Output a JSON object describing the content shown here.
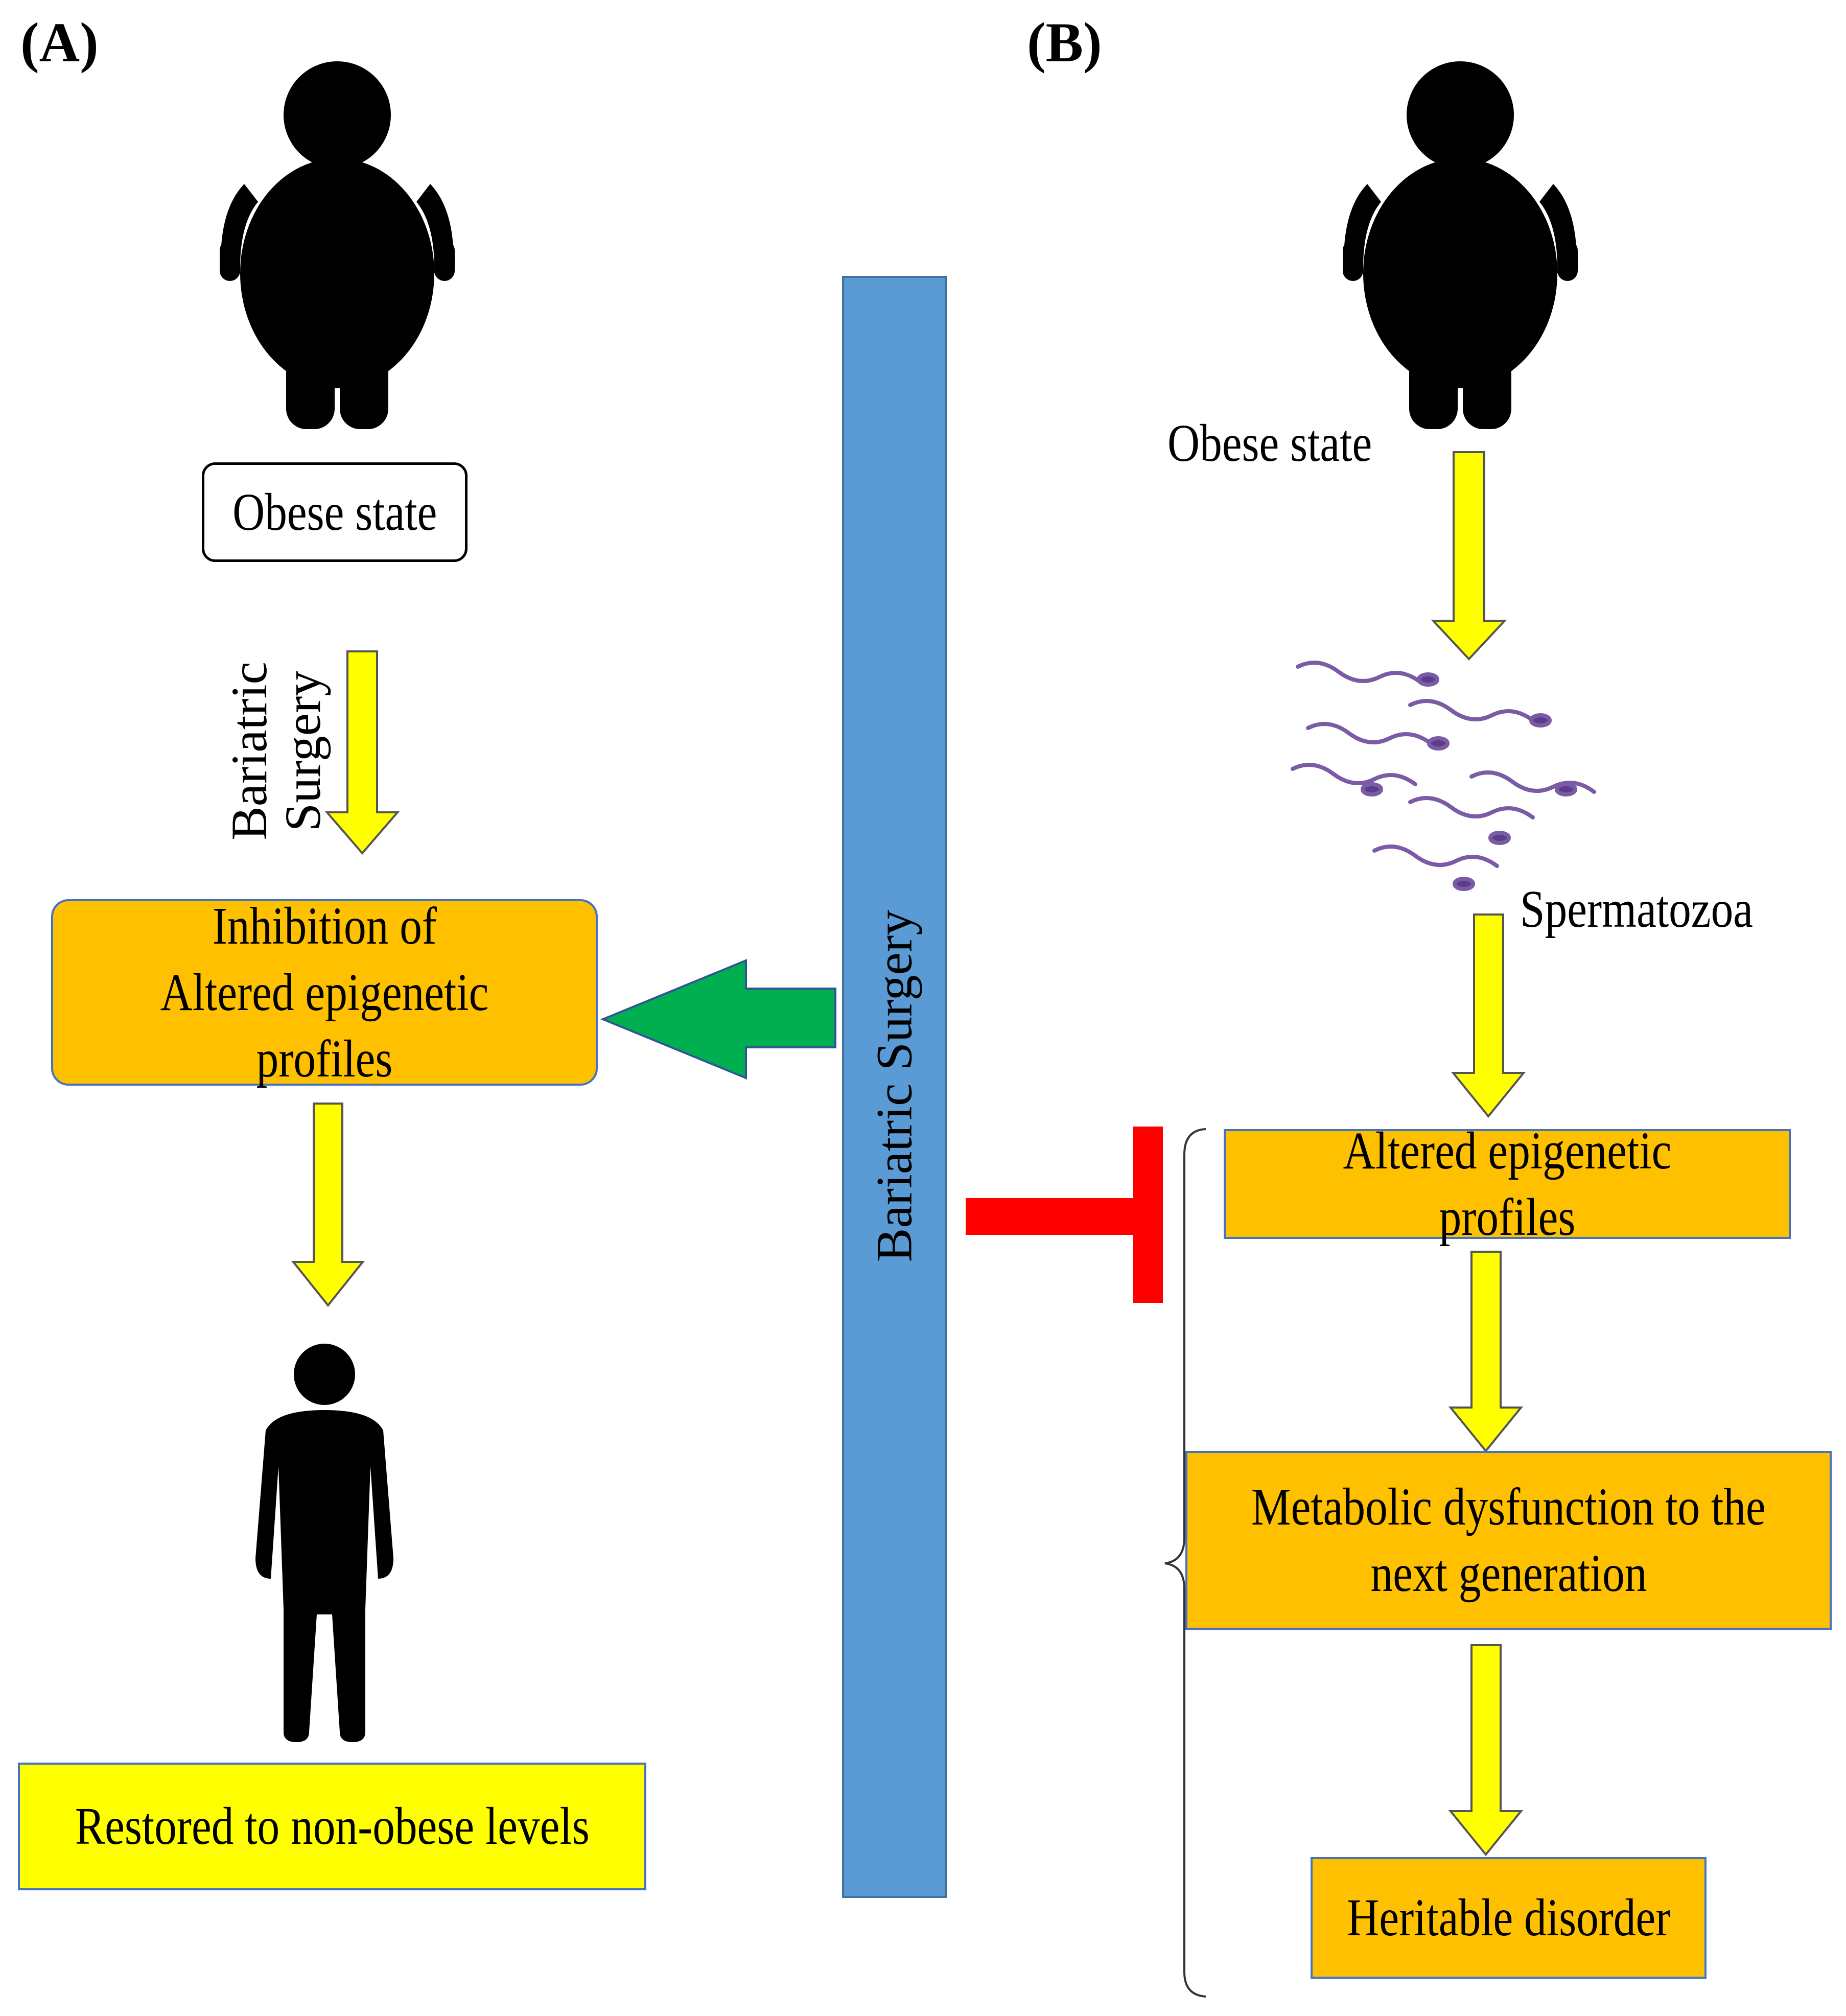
{
  "panels": {
    "a_label": "(A)",
    "b_label": "(B)"
  },
  "panel_a": {
    "obese_state": "Obese state",
    "surgery_label_line1": "Bariatric",
    "surgery_label_line2": "Surgery",
    "inhibition_line1": "Inhibition of",
    "inhibition_line2": "Altered epigenetic profiles",
    "restored": "Restored to non-obese levels"
  },
  "center": {
    "bar_label": "Bariatric Surgery"
  },
  "panel_b": {
    "obese_state": "Obese state",
    "spermatozoa": "Spermatozoa",
    "altered": "Altered epigenetic profiles",
    "metabolic_line1": "Metabolic dysfunction to the",
    "metabolic_line2": "next generation",
    "heritable": "Heritable disorder"
  },
  "colors": {
    "orange_box": "#FFC000",
    "yellow_box": "#FFFF00",
    "flow_arrow": "#FFFF00",
    "green_arrow": "#00B050",
    "inhibit_bar": "#FF0000",
    "surgery_bar": "#5B9BD5"
  }
}
